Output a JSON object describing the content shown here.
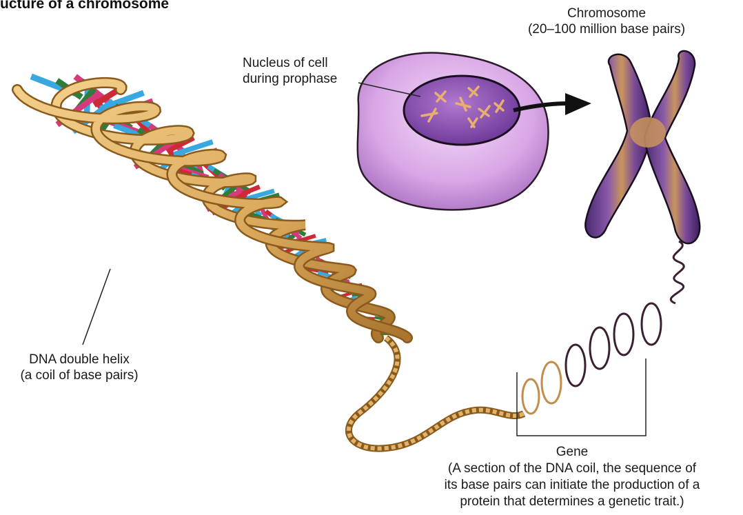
{
  "title": "ucture of a chromosome",
  "labels": {
    "chromosome": [
      "Chromosome",
      "(20–100 million base pairs)"
    ],
    "nucleus": [
      "Nucleus of cell",
      "during prophase"
    ],
    "dna": [
      "DNA double helix",
      "(a coil of base pairs)"
    ],
    "gene": [
      "Gene",
      "(A section of the DNA coil, the sequence of",
      "its base pairs can initiate the production of a",
      "protein that determines a genetic trait.)"
    ]
  },
  "colors": {
    "backbone": "#d9a75a",
    "backbone_dark": "#8a5a1c",
    "base_red": "#cc2a36",
    "base_blue": "#3aa8e0",
    "base_green": "#2e7d3a",
    "base_pink": "#d63a7a",
    "cell": "#d9a6e6",
    "nucleus": "#8a4fb0",
    "chromosome": "#6a3d8a",
    "chromosome_light": "#c9955c"
  }
}
